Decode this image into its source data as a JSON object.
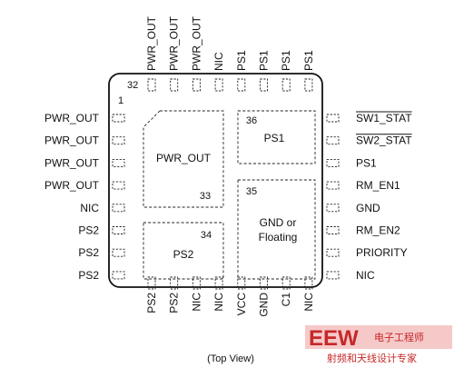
{
  "top_pins": [
    "PWR_OUT",
    "PWR_OUT",
    "PWR_OUT",
    "NIC",
    "PS1",
    "PS1",
    "PS1",
    "PS1"
  ],
  "bottom_pins": [
    "PS2",
    "PS2",
    "NIC",
    "NIC",
    "VCC",
    "GND",
    "C1",
    "NIC"
  ],
  "left_pins": [
    "PWR_OUT",
    "PWR_OUT",
    "PWR_OUT",
    "PWR_OUT",
    "NIC",
    "PS2",
    "PS2",
    "PS2"
  ],
  "right_pins": [
    "SW1_STAT",
    "SW2_STAT",
    "PS1",
    "RM_EN1",
    "GND",
    "RM_EN2",
    "PRIORITY",
    "NIC"
  ],
  "pin_numbers": {
    "corner_top": "32",
    "corner_left": "1"
  },
  "pads": {
    "pad33": {
      "number": "33",
      "label": "PWR_OUT"
    },
    "pad34": {
      "number": "34",
      "label": "PS2"
    },
    "pad35": {
      "number": "35",
      "label_line1": "GND or",
      "label_line2": "Floating"
    },
    "pad36": {
      "number": "36",
      "label": "PS1"
    }
  },
  "caption": "(Top View)",
  "watermark": {
    "text": "EEW",
    "sub_top": "电子工程师",
    "sub_bottom": "射频和天线设计专家"
  }
}
